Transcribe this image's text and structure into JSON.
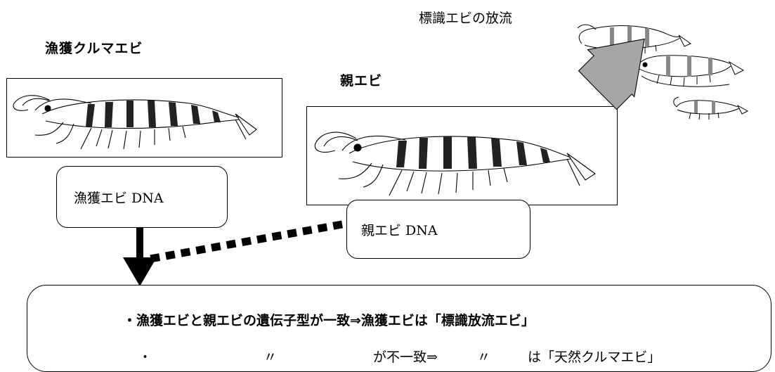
{
  "labels": {
    "caught_shrimp": "漁獲クルマエビ",
    "parent_shrimp": "親エビ",
    "tagged_release": "標識エビの放流"
  },
  "dna_boxes": {
    "caught_dna": "漁獲エビ DNA",
    "parent_dna": "親エビ DNA"
  },
  "result": {
    "match_bullet": "・",
    "match_text": "漁獲エビと親エビの遺伝子型が一致⇒漁獲エビは「標識放流エビ」",
    "mismatch_bullet": "・",
    "ditto_mark_1": "〃",
    "mismatch_middle": "が不一致⇒",
    "ditto_mark_2": "〃",
    "mismatch_tail": "は「天然クルマエビ」"
  }
}
